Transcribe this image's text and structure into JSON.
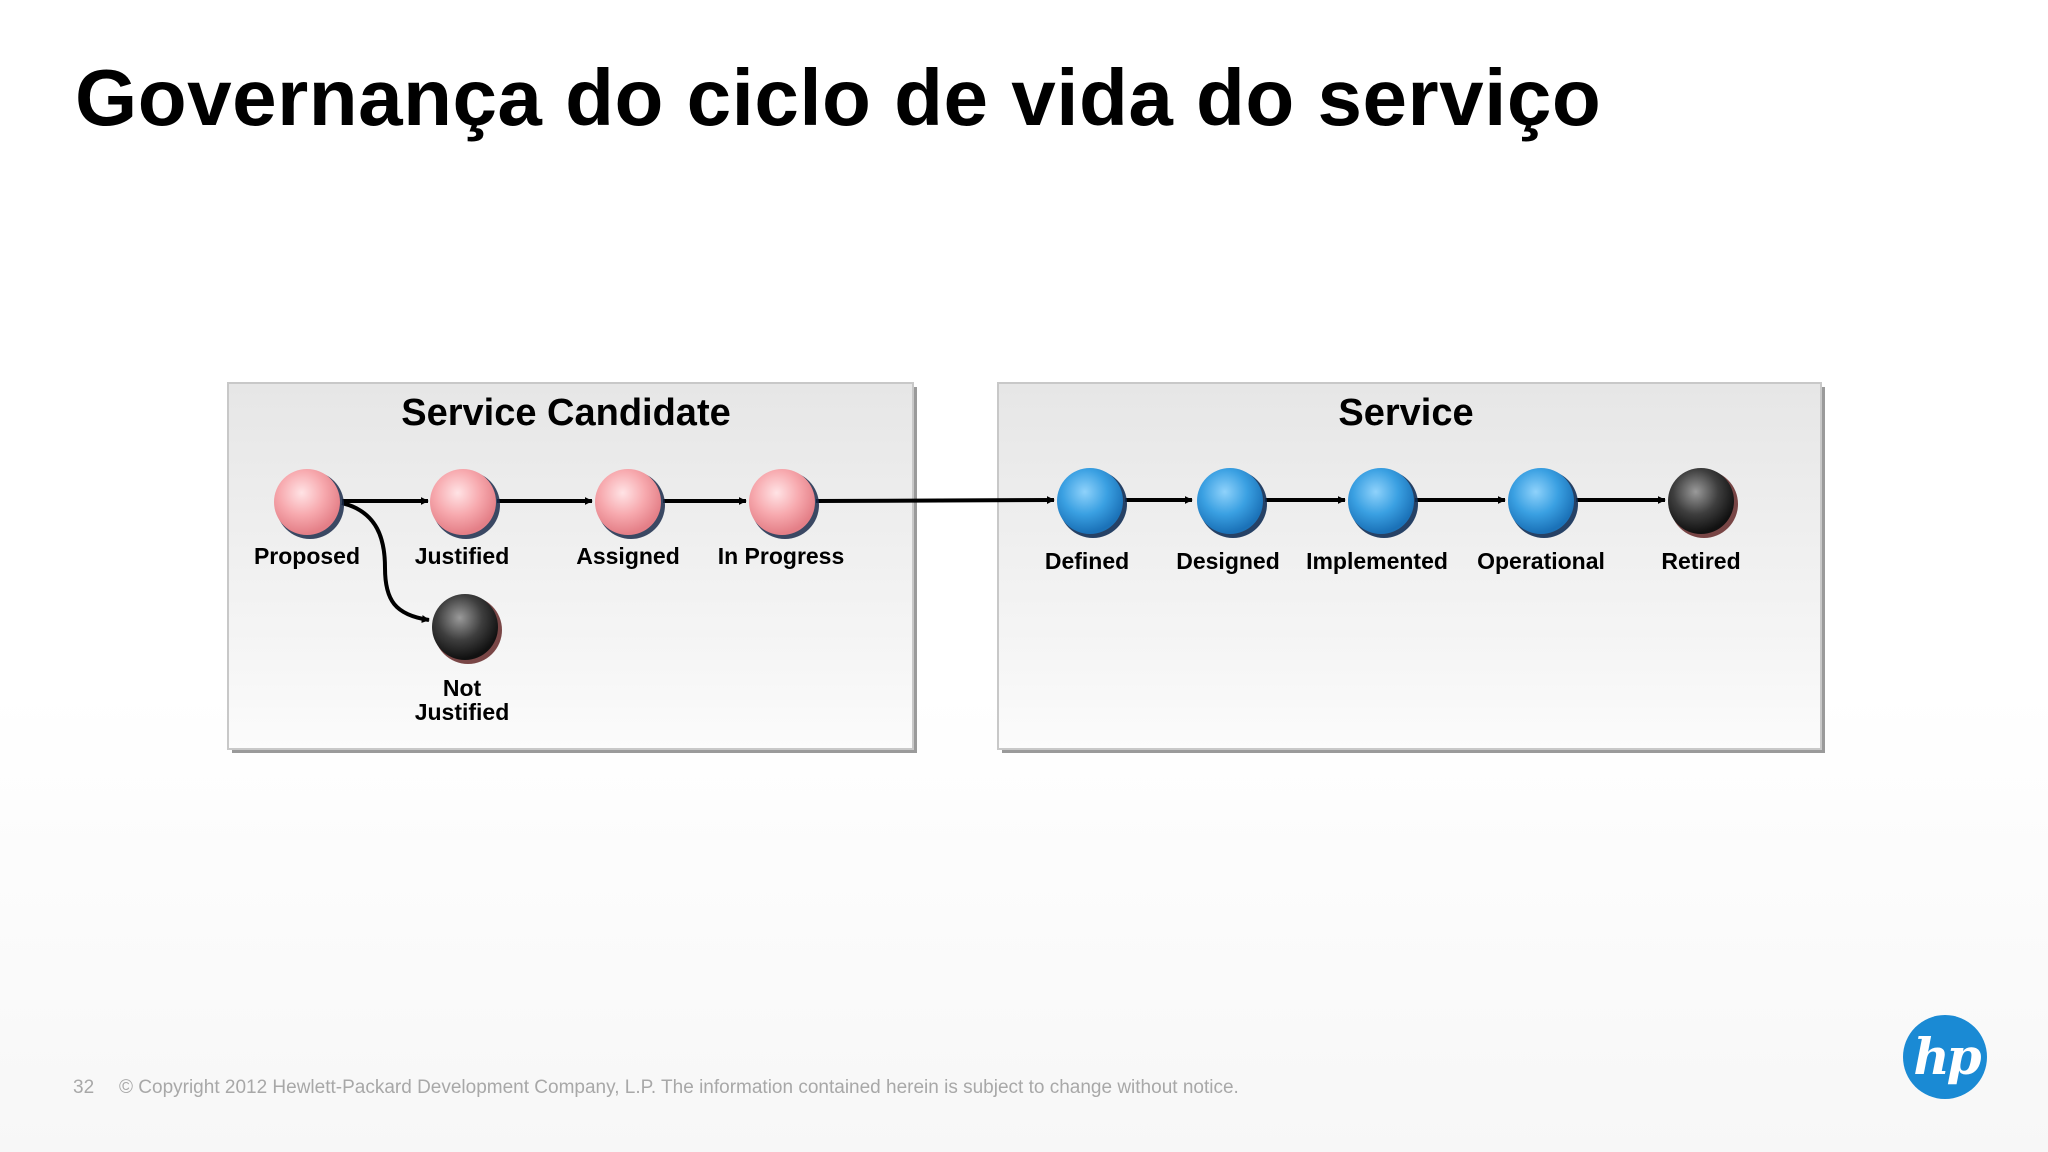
{
  "slide": {
    "title": "Governança do ciclo de vida do serviço"
  },
  "diagram": {
    "candidate_panel": {
      "heading": "Service Candidate",
      "states": [
        {
          "label": "Proposed",
          "status": "candidate"
        },
        {
          "label": "Justified",
          "status": "candidate"
        },
        {
          "label": "Assigned",
          "status": "candidate"
        },
        {
          "label": "In Progress",
          "status": "candidate"
        }
      ],
      "branch_state": {
        "label_line1": "Not",
        "label_line2": "Justified",
        "status": "terminal"
      }
    },
    "service_panel": {
      "heading": "Service",
      "states": [
        {
          "label": "Defined",
          "status": "service"
        },
        {
          "label": "Designed",
          "status": "service"
        },
        {
          "label": "Implemented",
          "status": "service"
        },
        {
          "label": "Operational",
          "status": "service"
        },
        {
          "label": "Retired",
          "status": "terminal"
        }
      ]
    },
    "colors": {
      "candidate": "#f5a3a8",
      "service": "#2f93d8",
      "terminal": "#3a3a3a",
      "arrow": "#000000"
    }
  },
  "footer": {
    "page_number": "32",
    "copyright": "© Copyright 2012 Hewlett-Packard Development Company, L.P.  The information contained herein is subject to change without notice."
  },
  "logo": {
    "icon": "hp-logo-icon",
    "text": "hp",
    "color": "#1a8ad4"
  }
}
